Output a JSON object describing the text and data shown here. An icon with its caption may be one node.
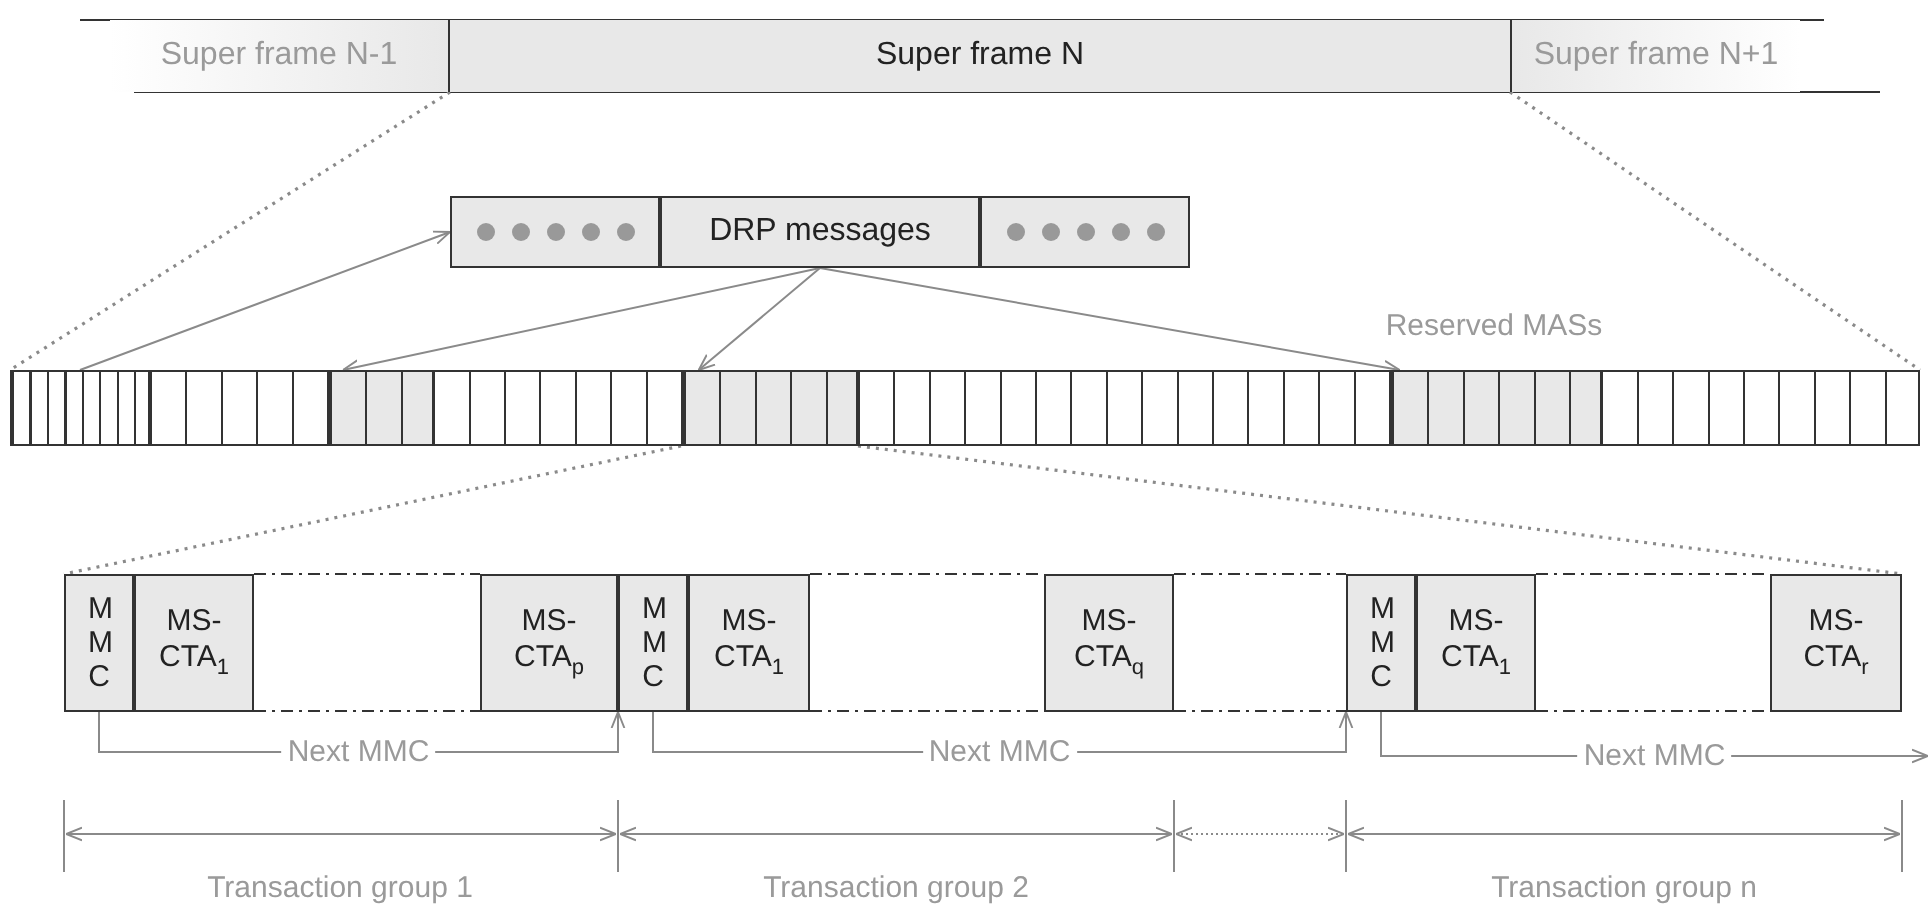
{
  "diagram": {
    "nodes": [
      {
        "text": [
          "Super frame N-1"
        ]
      },
      {
        "text": [
          "Super frame N"
        ]
      },
      {
        "text": [
          "Super frame N+1"
        ]
      },
      {
        "text": [],
        "shape": "box"
      },
      {
        "text": [
          "DRP messages"
        ]
      },
      {
        "text": [],
        "shape": "box"
      },
      {
        "text": [],
        "shape": "box"
      },
      {
        "text": [],
        "shape": "box",
        "in": 6
      },
      {
        "text": [],
        "shape": "box",
        "in": 6
      },
      {
        "text": [],
        "shape": "box",
        "in": 6
      },
      {
        "text": [],
        "shape": "box",
        "in": 6
      },
      {
        "text": [
          "MMC"
        ]
      },
      {
        "text": [
          "MS- CTA$_{1}$"
        ]
      },
      {
        "text": [
          "MS- CTA$_{p}$"
        ]
      },
      {
        "text": [
          "MMC"
        ]
      },
      {
        "text": [
          "MS- CTA$_{1}$"
        ]
      },
      {
        "text": [
          "MS- CTA$_{q}$"
        ]
      },
      {
        "text": [
          "MMC"
        ]
      },
      {
        "text": [
          "MS- CTA$_{1}$"
        ]
      },
      {
        "text": [
          "MS- CTA$_{r}$"
        ]
      }
    ],
    "edges": [
      {
        "from": 7,
        "to": 3,
        "arrow": "to"
      },
      {
        "from": 4,
        "to": 8,
        "arrow": "to"
      },
      {
        "from": 4,
        "to": 9,
        "arrow": "to"
      },
      {
        "from": 4,
        "to": 10,
        "arrow": "to"
      },
      {
        "from": 11,
        "to": 14,
        "arrow": "to",
        "label": "Next MMC"
      },
      {
        "from": 14,
        "to": 17,
        "arrow": "to",
        "label": "Next MMC"
      },
      {
        "from": 17,
        "to": null,
        "arrow": "to",
        "label": "Next MMC"
      },
      {
        "from": 1,
        "to": 6,
        "arrow": "none",
        "style": "dashed"
      },
      {
        "from": 1,
        "to": 6,
        "arrow": "none",
        "style": "dashed"
      },
      {
        "from": 9,
        "to": 11,
        "arrow": "none",
        "style": "dashed"
      },
      {
        "from": 9,
        "to": 19,
        "arrow": "none",
        "style": "dashed"
      }
    ],
    "labels": [
      "Reserved MASs",
      "Transaction group 1",
      "Transaction group 2",
      "Transaction group n"
    ]
  }
}
